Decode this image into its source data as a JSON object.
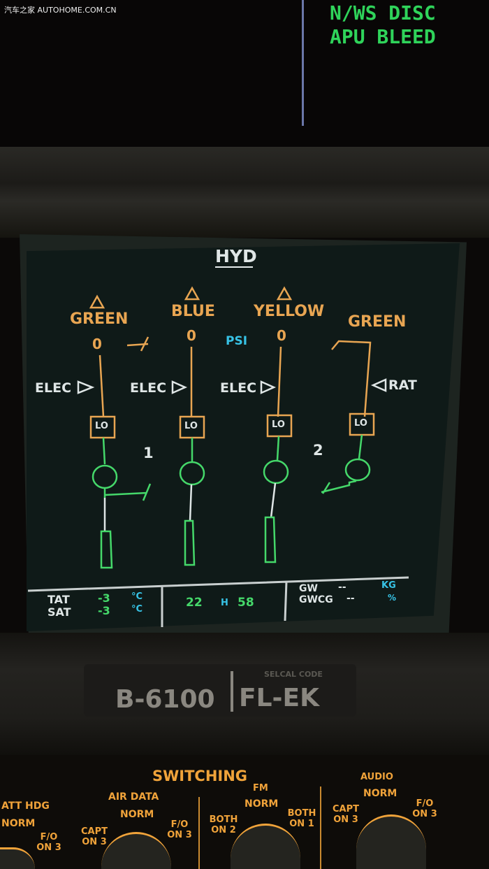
{
  "watermark": "汽车之家 AUTOHOME.COM.CN",
  "upper_display": {
    "memo": [
      "N/WS DISC",
      "APU BLEED"
    ]
  },
  "hyd_page": {
    "title": "HYD",
    "systems": [
      {
        "name": "GREEN",
        "pressure": "0"
      },
      {
        "name": "BLUE",
        "pressure": "0"
      },
      {
        "name": "YELLOW",
        "pressure": "0"
      }
    ],
    "psi_label": "PSI",
    "rat_system": "GREEN",
    "elec_label": "ELEC",
    "rat_label": "RAT",
    "lo_label": "LO",
    "engine_labels": [
      "1",
      "2"
    ]
  },
  "status_bar": {
    "tat_label": "TAT",
    "tat_value": "-3",
    "tat_unit": "°C",
    "sat_label": "SAT",
    "sat_value": "-3",
    "sat_unit": "°C",
    "time_hours": "22",
    "time_sep": "H",
    "time_minutes": "58",
    "gw_label": "GW",
    "gw_value": "--",
    "gw_unit": "KG",
    "gwcg_label": "GWCG",
    "gwcg_value": "--",
    "gwcg_unit": "%"
  },
  "plate": {
    "registration": "B-6100",
    "selcal": "FL-EK",
    "selcal_label": "SELCAL CODE"
  },
  "switching_panel": {
    "title": "SWITCHING",
    "att_hdg": {
      "label": "ATT HDG",
      "norm": "NORM",
      "right": "F/O ON 3"
    },
    "air_data": {
      "label": "AIR DATA",
      "norm": "NORM",
      "left": "CAPT ON 3",
      "right": "F/O ON 3"
    },
    "fm": {
      "label": "FM",
      "norm": "NORM",
      "left": "BOTH ON 2",
      "right": "BOTH ON 1"
    },
    "audio": {
      "label": "AUDIO",
      "norm": "NORM",
      "left": "CAPT ON 3",
      "right": "F/O ON 3"
    }
  }
}
